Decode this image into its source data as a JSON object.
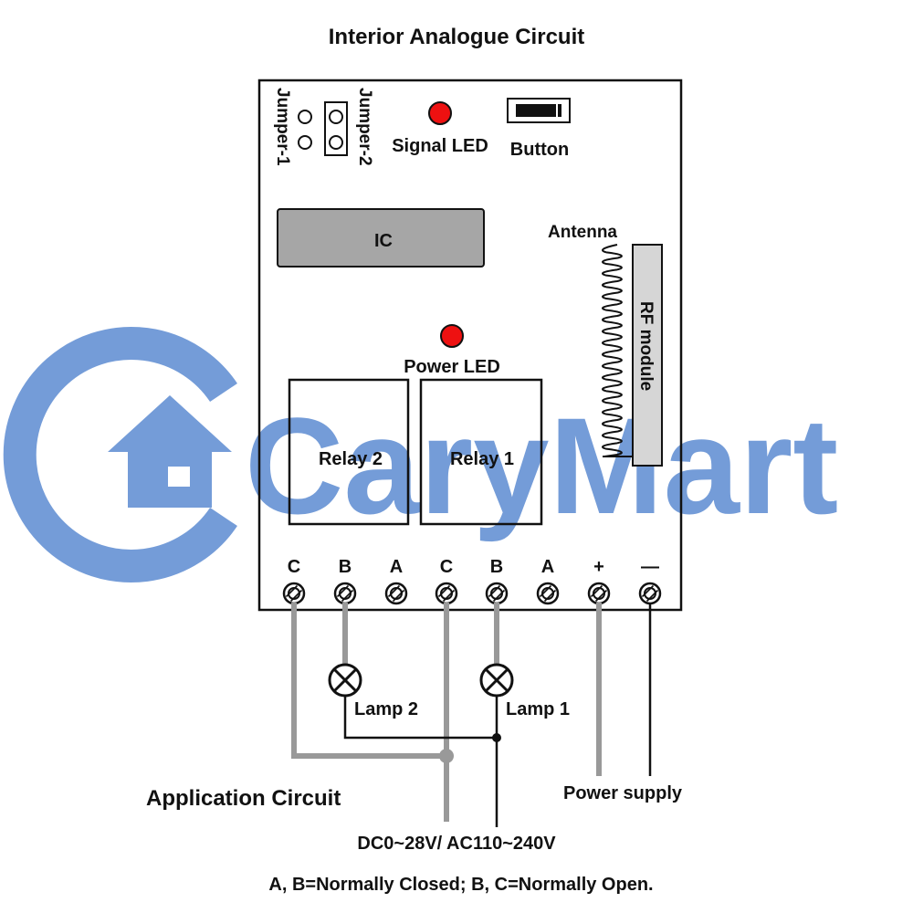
{
  "title": "Interior Analogue Circuit",
  "watermark": {
    "text": "CaryMart",
    "color": "#6d97d6"
  },
  "board": {
    "jumper1_label": "Jumper-1",
    "jumper2_label": "Jumper-2",
    "signal_led_label": "Signal LED",
    "button_label": "Button",
    "ic_label": "IC",
    "antenna_label": "Antenna",
    "rf_module_label": "RF module",
    "power_led_label": "Power LED",
    "relay2_label": "Relay 2",
    "relay1_label": "Relay 1",
    "terminals": [
      "C",
      "B",
      "A",
      "C",
      "B",
      "A",
      "+",
      "—"
    ]
  },
  "application": {
    "title": "Application Circuit",
    "lamp2_label": "Lamp 2",
    "lamp1_label": "Lamp 1",
    "power_supply_label": "Power supply",
    "voltage_label": "DC0~28V/ AC110~240V",
    "note": "A, B=Normally Closed; B, C=Normally Open."
  },
  "colors": {
    "led_red": "#ee1111",
    "ic_fill": "#a6a6a6",
    "rf_fill": "#d6d6d6",
    "wire_gray": "#999999",
    "wire_black": "#111111"
  }
}
